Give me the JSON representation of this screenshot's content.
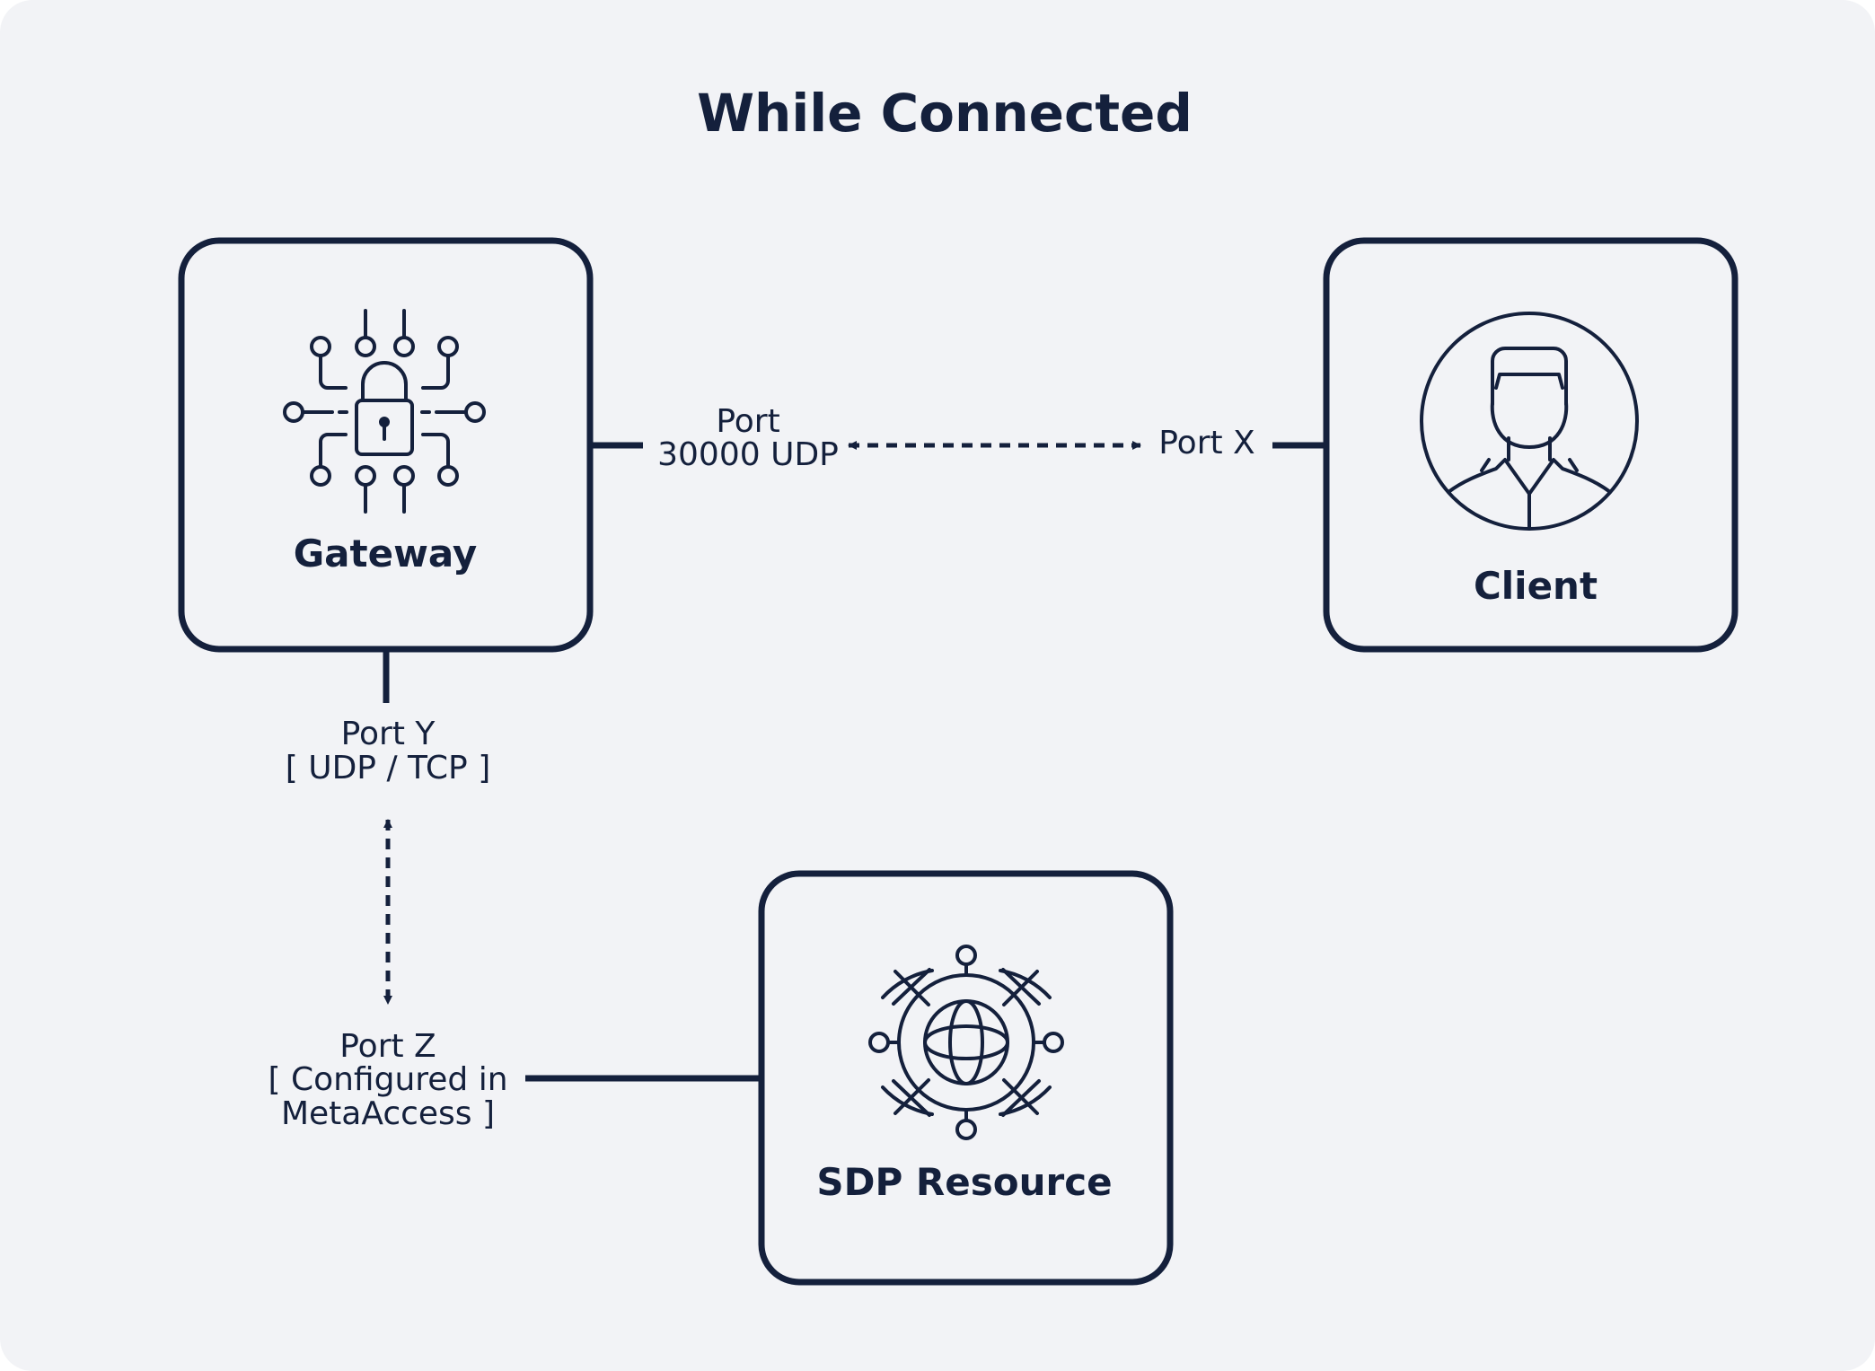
{
  "diagram": {
    "title": "While Connected",
    "colors": {
      "background": "#f2f3f6",
      "ink": "#14203c",
      "box_fill": "#f2f3f6"
    },
    "nodes": {
      "gateway": {
        "label": "Gateway",
        "icon": "gateway-lock-circuit-icon"
      },
      "client": {
        "label": "Client",
        "icon": "user-avatar-icon"
      },
      "sdp_resource": {
        "label": "SDP Resource",
        "icon": "globe-network-icon"
      }
    },
    "edges": {
      "gateway_client": {
        "gateway_port_line1": "Port",
        "gateway_port_line2": "30000 UDP",
        "client_port": "Port X",
        "style": "dashed-bidirectional"
      },
      "gateway_resource": {
        "gateway_port_line1": "Port Y",
        "gateway_port_line2": "[ UDP / TCP ]",
        "resource_port_line1": "Port Z",
        "resource_port_line2": "[ Configured in",
        "resource_port_line3": "MetaAccess ]",
        "style": "dashed-bidirectional"
      }
    }
  }
}
